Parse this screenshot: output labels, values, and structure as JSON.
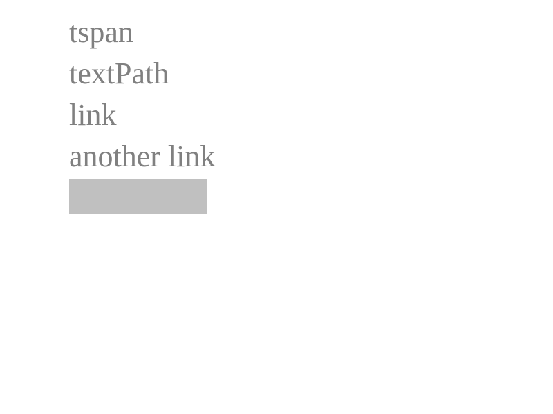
{
  "lines": [
    {
      "text": "tspan",
      "color": "#808080",
      "interactive": false
    },
    {
      "text": "textPath",
      "color": "#808080",
      "interactive": false
    },
    {
      "text": "link",
      "color": "#808080",
      "interactive": true
    },
    {
      "text": "another link",
      "color": "#808080",
      "interactive": true
    }
  ],
  "block": {
    "color": "#c0c0c0"
  }
}
